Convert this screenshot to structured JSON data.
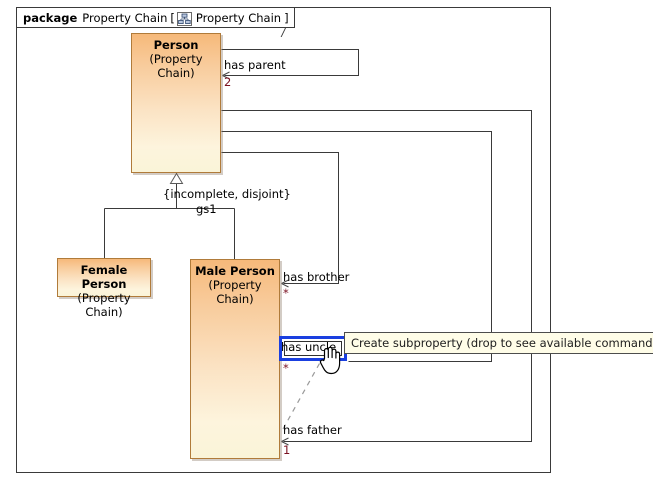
{
  "package": {
    "keyword": "package",
    "name": "Property Chain",
    "open_bracket": "[",
    "close_bracket": "]",
    "diagram_icon": "class-diagram-icon",
    "diagram_name": "Property Chain"
  },
  "classes": [
    {
      "id": "person",
      "name": "Person",
      "stereotype": "(Property Chain)"
    },
    {
      "id": "female",
      "name": "Female Person",
      "stereotype": "(Property Chain)"
    },
    {
      "id": "male",
      "name": "Male Person",
      "stereotype": "(Property Chain)"
    }
  ],
  "generalization": {
    "constraint": "{incomplete, disjoint}",
    "set_name": "gs1"
  },
  "associations": [
    {
      "id": "has-parent",
      "label": "has parent",
      "multiplicity": "2",
      "source": "Person",
      "target": "Person"
    },
    {
      "id": "has-brother",
      "label": "has brother",
      "multiplicity": "*",
      "source": "Male Person",
      "target": "Male Person"
    },
    {
      "id": "has-uncle",
      "label": "has uncle",
      "multiplicity": "*",
      "source": "Male Person",
      "target": "Male Person",
      "selected": true
    },
    {
      "id": "has-father",
      "label": "has father",
      "multiplicity": "1",
      "source": "Male Person",
      "target": "Male Person"
    }
  ],
  "tooltip": {
    "text": "Create subproperty (drop to see available commands...)"
  },
  "cursor": {
    "type": "drag-hand-cursor"
  },
  "colors": {
    "class_fill_top": "#f6b97a",
    "class_fill_bottom": "#faf4d8",
    "class_border": "#b07b3a",
    "line": "#3a3a3a",
    "multiplicity_text": "#7a1020",
    "selection": "#1a3fe0",
    "tooltip_bg": "#fffde8",
    "dashed_link": "#9a9a9a"
  }
}
